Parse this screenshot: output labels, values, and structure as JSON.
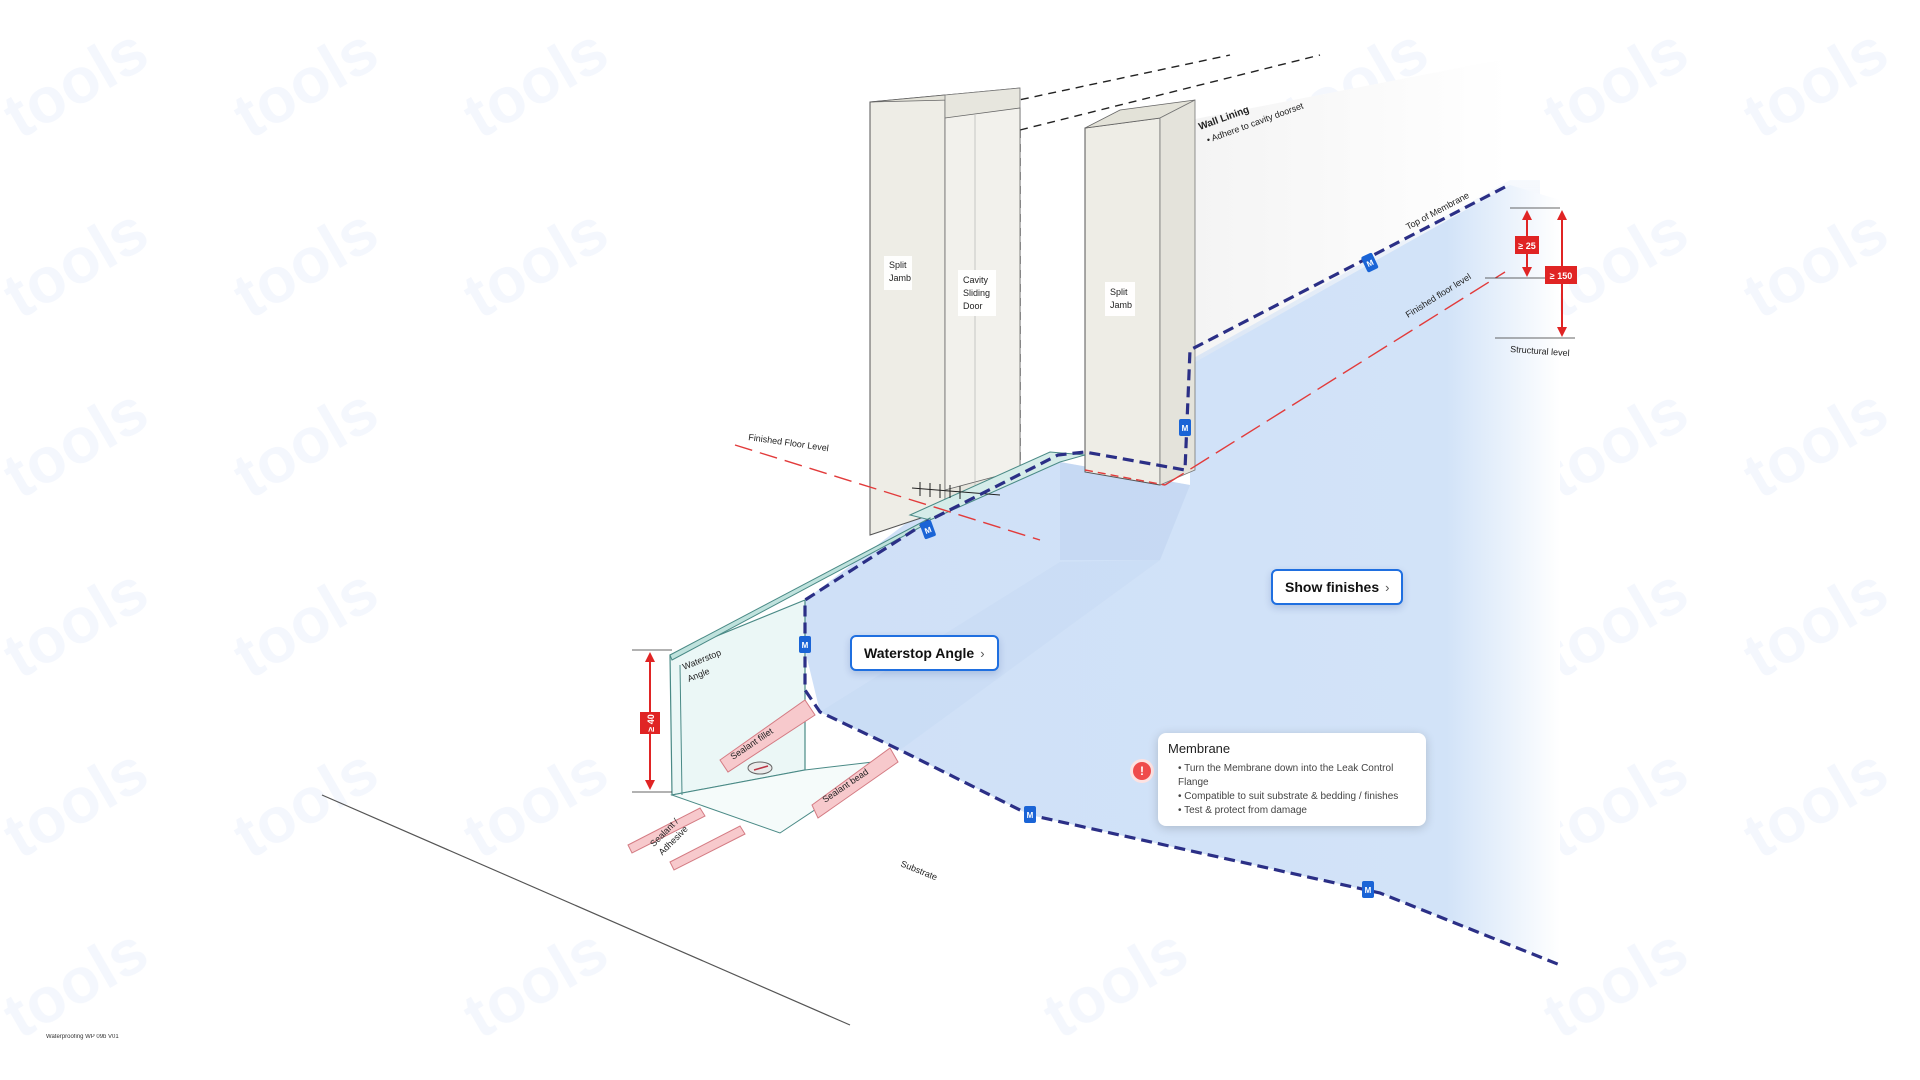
{
  "labels": {
    "split_jamb_left": [
      "Split",
      "Jamb"
    ],
    "cavity_door": [
      "Cavity",
      "Sliding",
      "Door"
    ],
    "split_jamb_right": [
      "Split",
      "Jamb"
    ],
    "wall_lining_title": "Wall Lining",
    "wall_lining_note": "Adhere to cavity doorset",
    "top_of_membrane": "Top of Membrane",
    "finished_floor_level_right": "Finished floor level",
    "structural_level": "Structural level",
    "finished_floor_level_left": "Finished Floor Level",
    "waterstop_angle": [
      "Waterstop",
      "Angle"
    ],
    "sealant_fillet": "Sealant fillet",
    "sealant_bead": "Sealant bead",
    "sealant_adhesive": [
      "Sealant /",
      "Adhesive"
    ],
    "substrate": "Substrate",
    "membrane_marker": "M"
  },
  "dimensions": {
    "min_25": "≥ 25",
    "min_150": "≥ 150",
    "min_40": "≥ 40"
  },
  "callouts": {
    "waterstop_angle": "Waterstop Angle",
    "show_finishes": "Show finishes"
  },
  "membrane_card": {
    "title": "Membrane",
    "bullets": [
      "Turn the Membrane down into the Leak Control Flange",
      "Compatible to suit substrate & bedding / finishes",
      "Test & protect from damage"
    ],
    "alert_glyph": "!"
  },
  "footer_code": "Waterproofing WP 09b V01",
  "colors": {
    "membrane_fill": "#cfe0f7",
    "membrane_line": "#2b2f86",
    "marker_blue": "#1a64d6",
    "dimension_red": "#e02424",
    "sealant_pink": "#f7c9cc",
    "callout_border": "#1f6fe0"
  }
}
